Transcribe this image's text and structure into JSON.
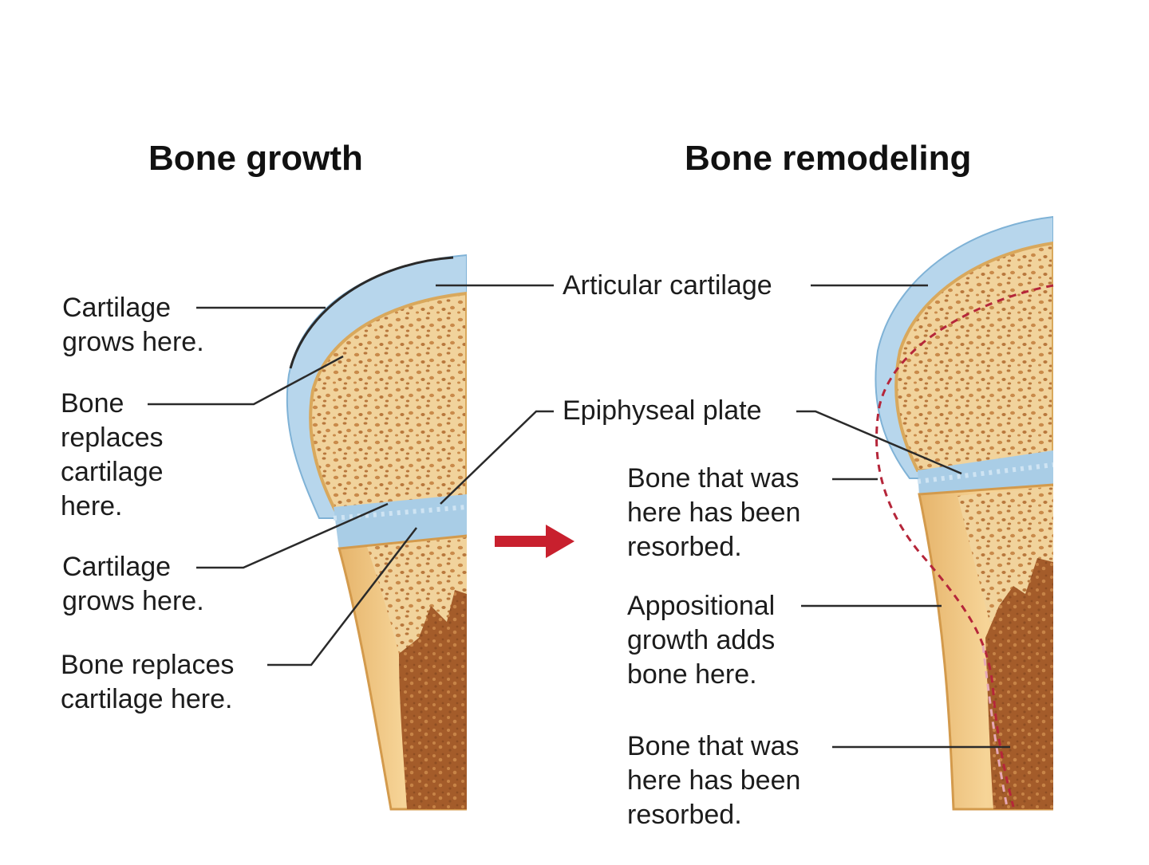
{
  "titles": {
    "growth": "Bone growth",
    "remodeling": "Bone remodeling"
  },
  "labels": {
    "cartilage_grows_top": [
      "Cartilage",
      "grows here."
    ],
    "bone_replaces_top": [
      "Bone",
      "replaces",
      "cartilage",
      "here."
    ],
    "cartilage_grows_plate": [
      "Cartilage",
      "grows here."
    ],
    "bone_replaces_bottom": [
      "Bone replaces",
      "cartilage here."
    ],
    "articular_cartilage": "Articular cartilage",
    "epiphyseal_plate": "Epiphyseal plate",
    "resorbed_upper": [
      "Bone that was",
      "here has been",
      "resorbed."
    ],
    "appositional": [
      "Appositional",
      "growth adds",
      "bone here."
    ],
    "resorbed_lower": [
      "Bone that was",
      "here has been",
      "resorbed."
    ]
  },
  "colors": {
    "cartilage": "#a9cde6",
    "bone_light": "#f4d9a3",
    "bone_shaft": "#eec27c",
    "marrow": "#a8612e",
    "spongy": "#c98a4a",
    "arrow": "#c8202e",
    "resorption_line": "#b5263a"
  }
}
